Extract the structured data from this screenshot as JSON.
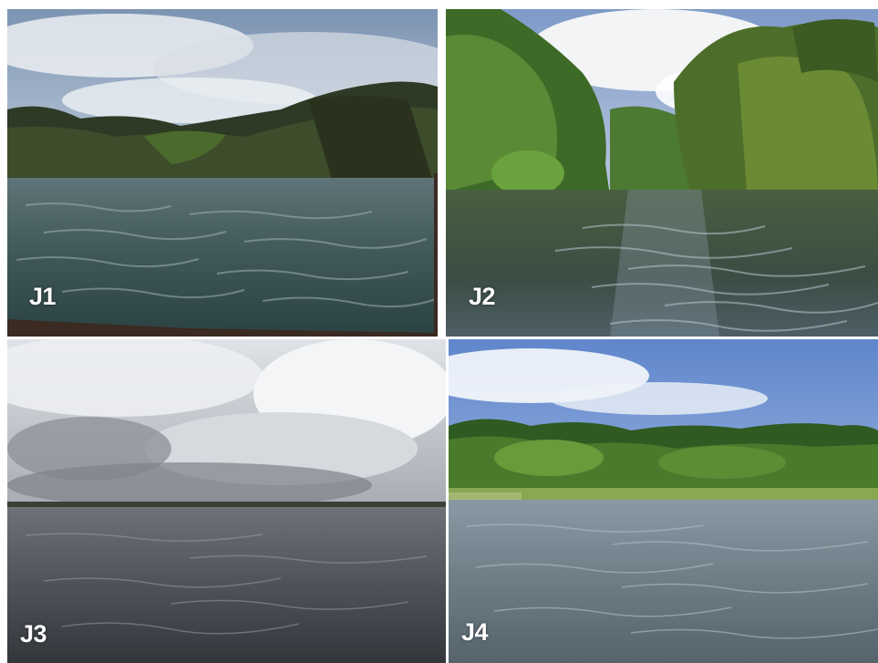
{
  "panels": [
    {
      "label": "J1"
    },
    {
      "label": "J2"
    },
    {
      "label": "J3"
    },
    {
      "label": "J4"
    }
  ]
}
